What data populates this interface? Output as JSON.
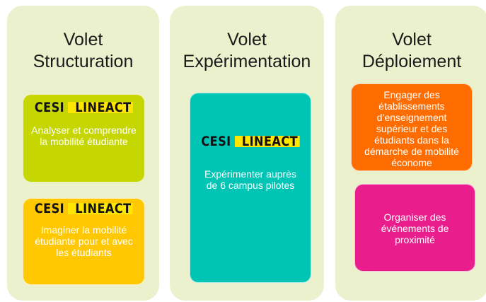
{
  "logo": {
    "part1": "CESI",
    "part2": "LINEACT"
  },
  "columns": [
    {
      "title_line1": "Volet",
      "title_line2": "Structuration",
      "cards": [
        {
          "text": "Analyser et comprendre la mobilité étudiante",
          "color": "#c5d600"
        },
        {
          "text": "Imaginer la mobilité étudiante pour et avec les étudiants",
          "color": "#ffc800"
        }
      ]
    },
    {
      "title_line1": "Volet",
      "title_line2": "Expérimentation",
      "cards": [
        {
          "text": "Expérimenter auprès de  6 campus pilotes",
          "color": "#00c4b4"
        }
      ]
    },
    {
      "title_line1": "Volet",
      "title_line2": "Déploiement",
      "cards": [
        {
          "text": "Engager des établissements d’enseignement supérieur et des étudiants dans la démarche de mobilité économe",
          "color": "#ff6d00"
        },
        {
          "text": "Organiser des événements de proximité",
          "color": "#e91e8c"
        }
      ]
    }
  ]
}
